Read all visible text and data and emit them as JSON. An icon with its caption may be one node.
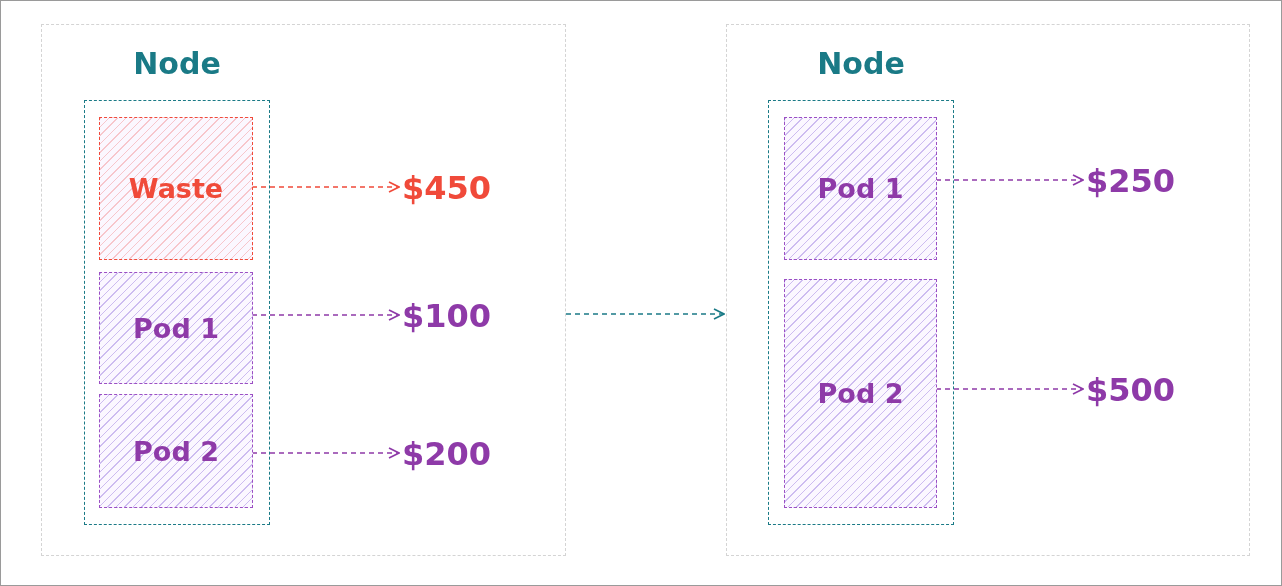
{
  "diagram": {
    "nodes": [
      {
        "text": [],
        "shape": "box"
      },
      {
        "text": [
          "Node"
        ],
        "in": 0
      },
      {
        "text": [
          "Waste"
        ],
        "in": 1
      },
      {
        "text": [
          "Pod 1"
        ],
        "in": 1
      },
      {
        "text": [
          "Pod 2"
        ],
        "in": 1
      },
      {
        "text": [
          "$450"
        ],
        "in": 0
      },
      {
        "text": [
          "$100"
        ],
        "in": 0
      },
      {
        "text": [
          "$200"
        ],
        "in": 0
      },
      {
        "text": [],
        "shape": "box"
      },
      {
        "text": [
          "Node"
        ],
        "in": 8
      },
      {
        "text": [
          "Pod 1"
        ],
        "in": 9
      },
      {
        "text": [
          "Pod 2"
        ],
        "in": 9
      },
      {
        "text": [
          "$250"
        ],
        "in": 8
      },
      {
        "text": [
          "$500"
        ],
        "in": 8
      }
    ],
    "edges": [
      {
        "from": 2,
        "to": 5,
        "arrow": "to",
        "style": "dashed",
        "color": "#f04a3a"
      },
      {
        "from": 3,
        "to": 6,
        "arrow": "to",
        "style": "dashed"
      },
      {
        "from": 4,
        "to": 7,
        "arrow": "to",
        "style": "dashed"
      },
      {
        "from": 0,
        "to": 8,
        "arrow": "to",
        "style": "dashed",
        "color": "#1a7a86"
      },
      {
        "from": 10,
        "to": 12,
        "arrow": "to",
        "style": "dashed"
      },
      {
        "from": 11,
        "to": 13,
        "arrow": "to",
        "style": "dashed"
      }
    ]
  }
}
